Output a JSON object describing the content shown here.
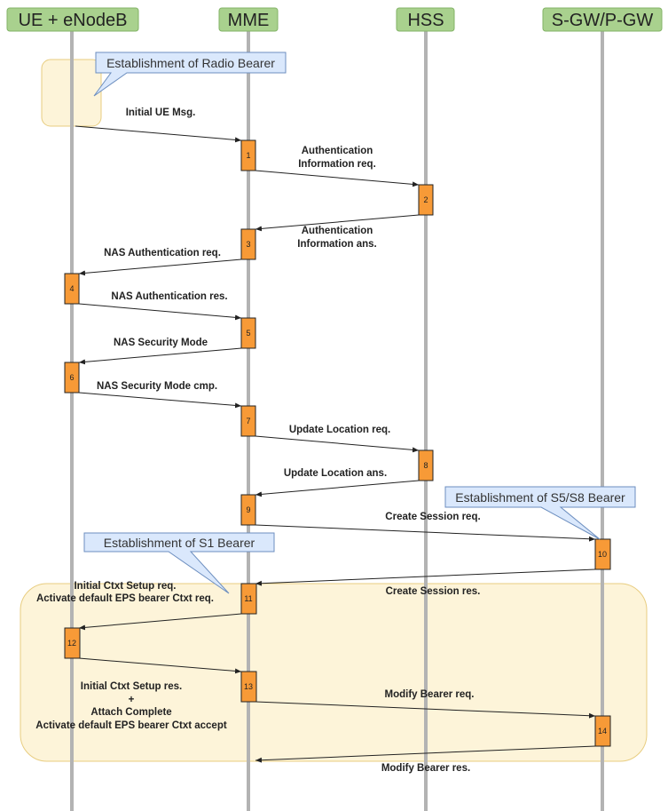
{
  "participants": [
    "UE + eNodeB",
    "MME",
    "HSS",
    "S-GW/P-GW"
  ],
  "callouts": {
    "radio": "Establishment of Radio Bearer",
    "s5s8": "Establishment of S5/S8 Bearer",
    "s1": "Establishment of S1 Bearer"
  },
  "steps": [
    "1",
    "2",
    "3",
    "4",
    "5",
    "6",
    "7",
    "8",
    "9",
    "10",
    "11",
    "12",
    "13",
    "14"
  ],
  "messages": {
    "m1": "Initial UE Msg.",
    "m2a": "Authentication",
    "m2b": "Information req.",
    "m3a": "Authentication",
    "m3b": "Information ans.",
    "m4": "NAS Authentication req.",
    "m5": "NAS Authentication res.",
    "m6": "NAS Security Mode",
    "m7": "NAS Security Mode cmp.",
    "m8": "Update Location req.",
    "m9": "Update Location ans.",
    "m10": "Create Session req.",
    "m11": "Create Session res.",
    "m12a": "Initial Ctxt Setup req.",
    "m12b": "Activate default EPS bearer Ctxt req.",
    "m13a": "Initial Ctxt Setup res.",
    "m13b": "+",
    "m13c": "Attach Complete",
    "m13d": "Activate default EPS bearer Ctxt accept",
    "m14": "Modify Bearer req.",
    "m15": "Modify Bearer res."
  },
  "colors": {
    "header": "#a9d18e",
    "activation": "#f79a37",
    "zone": "#fdf4d9",
    "callout": "#dae8fc"
  }
}
